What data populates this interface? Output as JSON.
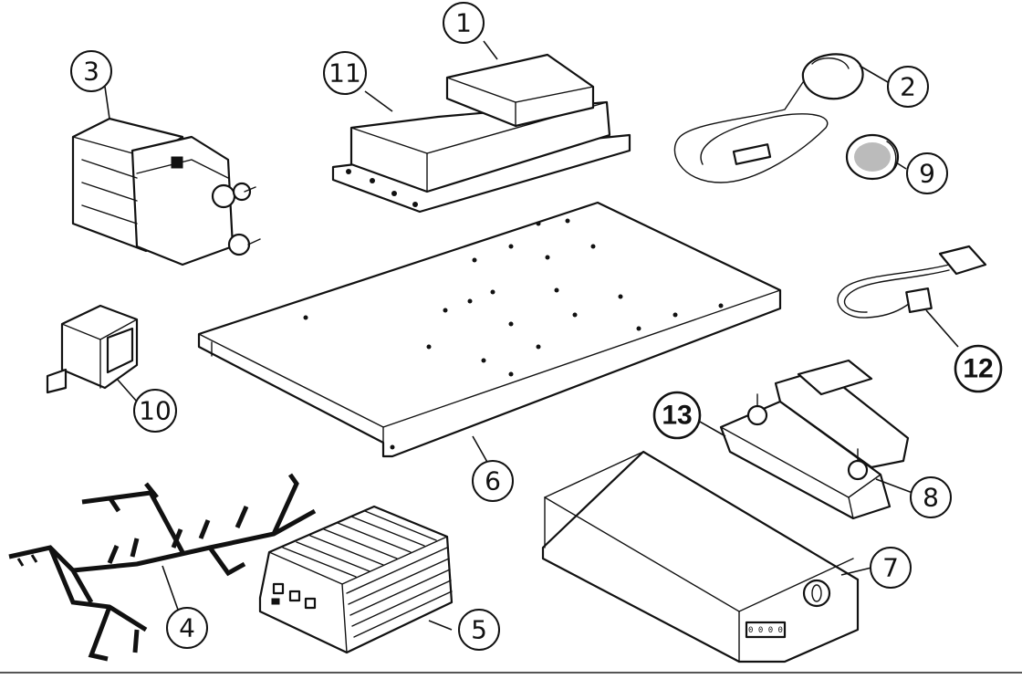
{
  "callouts": [
    {
      "id": "1",
      "label": "1"
    },
    {
      "id": "2",
      "label": "2"
    },
    {
      "id": "3",
      "label": "3"
    },
    {
      "id": "4",
      "label": "4"
    },
    {
      "id": "5",
      "label": "5"
    },
    {
      "id": "6",
      "label": "6"
    },
    {
      "id": "7",
      "label": "7"
    },
    {
      "id": "8",
      "label": "8"
    },
    {
      "id": "9",
      "label": "9"
    },
    {
      "id": "10",
      "label": "10"
    },
    {
      "id": "11",
      "label": "11"
    },
    {
      "id": "12",
      "label": "12"
    },
    {
      "id": "13",
      "label": "13"
    }
  ],
  "display_labels": {
    "digital_readout": "0 0 0 0"
  }
}
